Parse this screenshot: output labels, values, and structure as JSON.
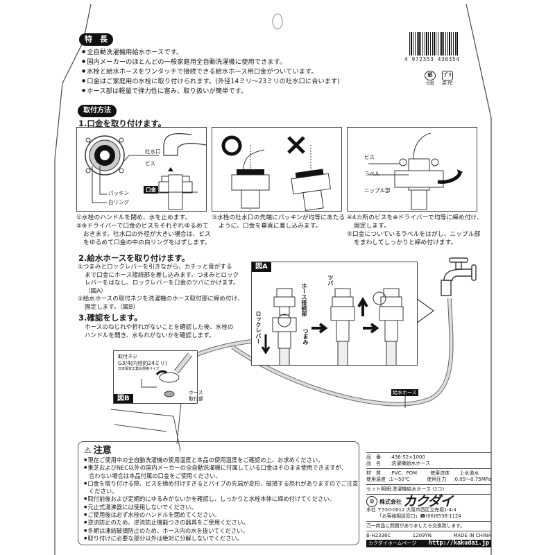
{
  "features": {
    "heading": "特　長",
    "items": [
      "全自動洗濯機用給水ホースです。",
      "国内メーカーのほとんどの一般家庭用全自動洗濯機に使用できます。",
      "水栓と給水ホースをワンタッチで接続できる給水ホース用口金がついています。",
      "口金はご家庭用の水栓に取り付けられます。(外径14ミリ〜23ミリの吐水口に合います)",
      "ホース部は軽量で弾力性に富み、取り扱いが簡単です。"
    ]
  },
  "barcode": {
    "number": "4 972353 436354"
  },
  "recycle": [
    {
      "symbol": "紙",
      "label": "台紙"
    },
    {
      "symbol": "ﾌﾟﾗ",
      "label": "袋:PE"
    }
  ],
  "install": {
    "heading": "取付方法",
    "step1": {
      "title": "1.口金を取り付けます。",
      "panel1_labels": {
        "spout": "吐水口",
        "screw": "ビス",
        "packing": "パッキン",
        "white_ring": "白リング",
        "fitting": "口金"
      },
      "panel2_marks": {
        "ok": "○",
        "ng": "×"
      },
      "panel3_labels": {
        "screw": "ビス",
        "label": "ラベル",
        "nipple": "ニップル部"
      },
      "text_left": [
        "①水栓のハンドルを閉め、水を止めます。",
        "②⊕ドライバーで口金のビスをそれぞれゆるめて",
        "おきます。吐水口の外径が大きい場合は、ビス",
        "をゆるめて口金の中の白リングをはずします。"
      ],
      "text_mid": [
        "③水栓の吐水口の先端にパッキンが均等にあたる",
        "ように、口金を垂直に差し込みます。"
      ],
      "text_right": [
        "④4カ所のビスを⊕ドライバーで均等に締め付け、",
        "固定します。",
        "⑤口金についているラベルをはがし、ニップル部",
        "をまわしてしっかりと締め付けます。"
      ]
    },
    "step2": {
      "title": "2.給水ホースを取り付けます。",
      "text": [
        "①つまみとロックレバーを引きながら、カチッと音がする",
        "まで口金にホース接続部を差し込みます。つまみとロック",
        "レバーをはなし、ロックレバーを口金のツバにかけます。",
        "（図A）",
        "②給水ホースの取付ネジを洗濯機のホース取付部に締め付け、",
        "固定します。（図B）"
      ]
    },
    "step3": {
      "title": "3.確認をします。",
      "text": [
        "ホースのねじれや折れがないことを確認した後、水栓の",
        "ハンドルを開き、水もれがないかを確認します。"
      ]
    },
    "figA": {
      "label": "図A",
      "lock_lever": "ロックレバー",
      "hose_joint": "ホース接続部",
      "knob": "つまみ",
      "flange": "ツバ"
    },
    "figB": {
      "label": "図B",
      "thread_title": "取付ネジ",
      "thread_spec": "G3/4(内径約24ミリ)",
      "thread_std": "日本電気工業会規格サイズ",
      "hose_mount": "ホース取付部"
    },
    "hose_label": "給水ホース"
  },
  "caution": {
    "title": "注意",
    "items": [
      {
        "text": "現在ご使用中の全自動洗濯機の使用温度と本品の使用温度をご確認の上、お求めください。",
        "cont": false
      },
      {
        "text": "東芝およびNEC以外の国内メーカーの全自動洗濯機に付属している口金はそのまま使用できますが、",
        "cont": false
      },
      {
        "text": "合わない場合は本品付属の口金をご使用ください。",
        "cont": true
      },
      {
        "text": "口金を取り付ける際、ビスを締め付けすぎるとパイプの先端が変形、破損する恐れがありますのでご注意",
        "cont": false
      },
      {
        "text": "ください。",
        "cont": true
      },
      {
        "text": "取付前後および定期的にゆるみがないかを確認し、しっかりと水栓本体に締め付けてください。",
        "cont": false
      },
      {
        "text": "元止式湯沸器には使用しないでください。",
        "cont": false
      },
      {
        "text": "ご使用後は必ず水栓のハンドルを閉めてください。",
        "cont": false
      },
      {
        "text": "逆流防止のため、逆流防止機能つきの器具をご使用ください。",
        "cont": false
      },
      {
        "text": "冬期は凍結破損防止のため、ホース内の水を抜いてください。",
        "cont": false
      },
      {
        "text": "取り付けに必要な部分以外は絶対に分解しないでください。",
        "cont": false
      }
    ]
  },
  "spec": {
    "part_no_key": "品　番",
    "part_no": ":436-52×1000",
    "name_key": "品　名",
    "name": ":洗濯機給水ホース",
    "material_key": "材　質",
    "material": ":PVC、POM",
    "fluid_key": "使用流体",
    "fluid": ":上水道水",
    "temp_key": "使用温度",
    "temp": ":1〜50℃",
    "pressure_key": "使用圧力",
    "pressure": ":0.05〜0.75MPa",
    "set": "セット明細:洗濯機給水ホース (1コ)",
    "company_prefix": "株式会社",
    "company": "カクダイ",
    "hq_key": "本社",
    "address": "〒550-0012 大阪市西区立売堀1-4-4",
    "contact": "「お客様相談窓口」☎(06)6538-1124",
    "exchange": "万一商品に問題がありましたら交換致します。",
    "code": "B-H2336C",
    "lot": "1209YN",
    "origin": "MADE IN CHINA",
    "hp_label": "カクダイホームページ",
    "hp_url": "http://kakudai.jp"
  }
}
